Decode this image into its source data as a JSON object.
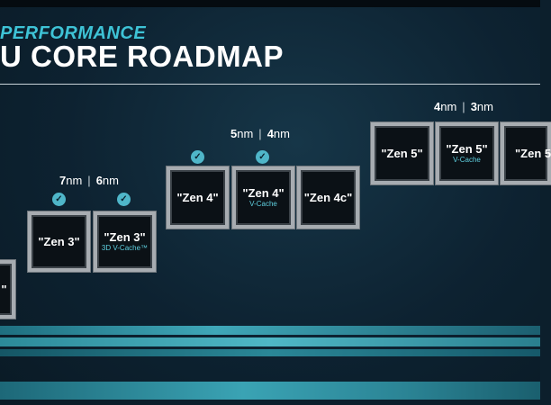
{
  "header": {
    "subtitle": "PERFORMANCE",
    "title": "U CORE ROADMAP"
  },
  "nodes": [
    {
      "a": "7",
      "a_unit": "nm",
      "b": "6",
      "b_unit": "nm"
    },
    {
      "a": "5",
      "a_unit": "nm",
      "b": "4",
      "b_unit": "nm"
    },
    {
      "a": "4",
      "a_unit": "nm",
      "b": "3",
      "b_unit": "nm"
    }
  ],
  "chips": [
    {
      "name": "\"",
      "sub": "",
      "check": false
    },
    {
      "name": "\"Zen 3\"",
      "sub": "",
      "check": true
    },
    {
      "name": "\"Zen 3\"",
      "sub": "3D V-Cache™",
      "check": true
    },
    {
      "name": "\"Zen 4\"",
      "sub": "",
      "check": true
    },
    {
      "name": "\"Zen 4\"",
      "sub": "V-Cache",
      "check": true
    },
    {
      "name": "\"Zen 4c\"",
      "sub": "",
      "check": false
    },
    {
      "name": "\"Zen 5\"",
      "sub": "",
      "check": false
    },
    {
      "name": "\"Zen 5\"",
      "sub": "V-Cache",
      "check": false
    },
    {
      "name": "\"Zen 5",
      "sub": "",
      "check": false
    }
  ],
  "check_glyph": "✓",
  "colors": {
    "background": "#0c1f2c",
    "accent": "#3ec3d6",
    "check": "#4fb6c9",
    "chip_frame": "#a7acb1"
  }
}
